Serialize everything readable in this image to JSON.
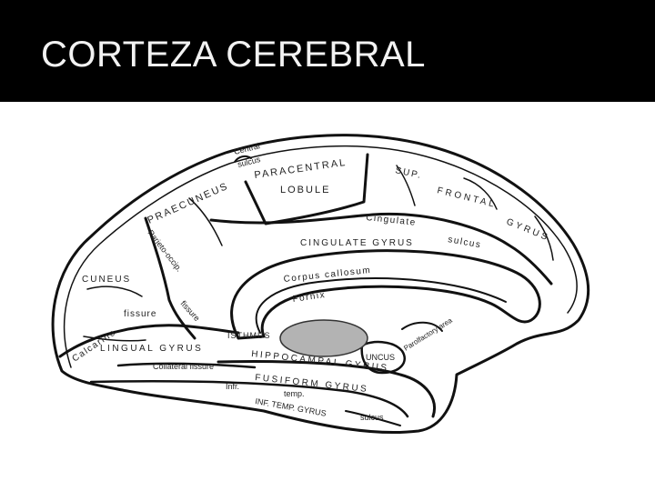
{
  "slide": {
    "title": "CORTEZA CEREBRAL",
    "colors": {
      "title_bar": "#000000",
      "title_text": "#f2f2f2",
      "ink": "#111111",
      "highlight": "#b3b3b3"
    }
  },
  "diagram": {
    "labels": {
      "central_sulcus_1": "Central",
      "central_sulcus_2": "sulcus",
      "paracentral": "PARACENTRAL",
      "lobule": "LOBULE",
      "sup": "SUP.",
      "frontal": "FRONTAL",
      "gyrus_frontal": "GYRUS",
      "praecuneus": "PRAECUNEUS",
      "parieto_occip": "Parieto-occip.",
      "cingulate_sulcus": "Cingulate",
      "sulcus": "sulcus",
      "cingulate_gyrus": "CINGULATE GYRUS",
      "corpus_callosum": "Corpus callosum",
      "cuneus": "CUNEUS",
      "fornix": "Fornix",
      "fissure_1": "fissure",
      "fissure_2": "fissure",
      "calcarine": "Calcarine",
      "isthmus": "ISTHMUS",
      "lingual_gyrus": "LINGUAL GYRUS",
      "hippocampal_gyrus": "HIPPOCAMPAL GYRUS",
      "uncus": "UNCUS",
      "parolfactory_area": "Parolfactory area",
      "collateral_fissure": "Collateral fissure",
      "fusiform_gyrus": "FUSIFORM GYRUS",
      "infr": "Infr.",
      "temp": "temp.",
      "inf_temp_gyrus": "INF. TEMP. GYRUS",
      "sulcus_temp": "sulcus"
    }
  }
}
